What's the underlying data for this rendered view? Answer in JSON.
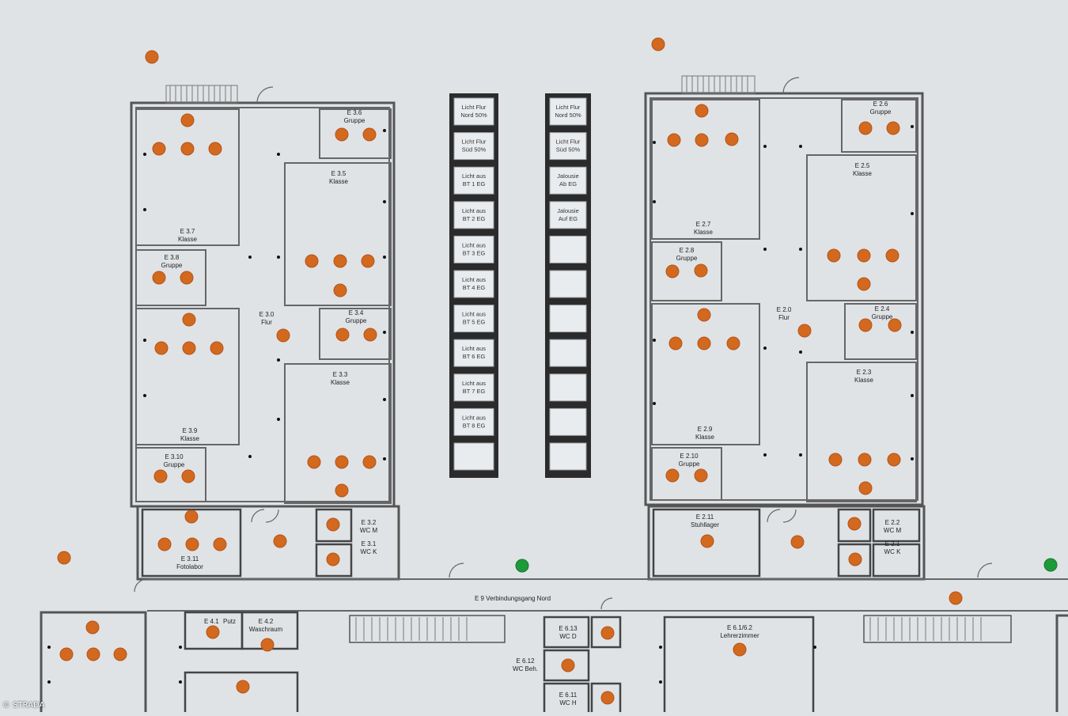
{
  "copyright": "© STRADA",
  "rooms_left": {
    "e36": {
      "id": "E 3.6",
      "name": "Gruppe"
    },
    "e35": {
      "id": "E 3.5",
      "name": "Klasse"
    },
    "e37": {
      "id": "E 3.7",
      "name": "Klasse"
    },
    "e38": {
      "id": "E 3.8",
      "name": "Gruppe"
    },
    "e30": {
      "id": "E 3.0",
      "name": "Flur"
    },
    "e34": {
      "id": "E 3.4",
      "name": "Gruppe"
    },
    "e33": {
      "id": "E 3.3",
      "name": "Klasse"
    },
    "e39": {
      "id": "E 3.9",
      "name": "Klasse"
    },
    "e310": {
      "id": "E 3.10",
      "name": "Gruppe"
    },
    "e311": {
      "id": "E 3.11",
      "name": "Fotolabor"
    },
    "e32": {
      "id": "E 3.2",
      "name": "WC M"
    },
    "e31": {
      "id": "E 3.1",
      "name": "WC K"
    }
  },
  "rooms_right": {
    "e26": {
      "id": "E 2.6",
      "name": "Gruppe"
    },
    "e25": {
      "id": "E 2.5",
      "name": "Klasse"
    },
    "e27": {
      "id": "E 2.7",
      "name": "Klasse"
    },
    "e28": {
      "id": "E 2.8",
      "name": "Gruppe"
    },
    "e20": {
      "id": "E 2.0",
      "name": "Flur"
    },
    "e24": {
      "id": "E 2.4",
      "name": "Gruppe"
    },
    "e23": {
      "id": "E 2.3",
      "name": "Klasse"
    },
    "e29": {
      "id": "E 2.9",
      "name": "Klasse"
    },
    "e210": {
      "id": "E 2.10",
      "name": "Gruppe"
    },
    "e211": {
      "id": "E 2.11",
      "name": "Stuhllager"
    },
    "e22": {
      "id": "E 2.2",
      "name": "WC M"
    },
    "e21": {
      "id": "E 2.1",
      "name": "WC K"
    }
  },
  "corridor": "E 9 Verbindungsgang Nord",
  "rooms_bottom": {
    "e41": {
      "id": "E 4.1",
      "name": "Putz"
    },
    "e42": {
      "id": "E 4.2",
      "name": "Waschraum"
    },
    "e613": {
      "id": "E 6.13",
      "name": "WC D"
    },
    "e612": {
      "id": "E 6.12",
      "name": "WC Beh."
    },
    "e611": {
      "id": "E 6.11",
      "name": "WC H"
    },
    "e61": {
      "id": "E 6.1/6.2",
      "name": "Lehrerzimmer"
    }
  },
  "buttons_left": [
    {
      "line1": "Licht Flur",
      "line2": "Nord 50%"
    },
    {
      "line1": "Licht Flur",
      "line2": "Süd 50%"
    },
    {
      "line1": "Licht aus",
      "line2": "BT 1 EG"
    },
    {
      "line1": "Licht aus",
      "line2": "BT 2 EG"
    },
    {
      "line1": "Licht aus",
      "line2": "BT 3 EG"
    },
    {
      "line1": "Licht aus",
      "line2": "BT 4 EG"
    },
    {
      "line1": "Licht aus",
      "line2": "BT 5 EG"
    },
    {
      "line1": "Licht aus",
      "line2": "BT 6 EG"
    },
    {
      "line1": "Licht aus",
      "line2": "BT 7 EG"
    },
    {
      "line1": "Licht aus",
      "line2": "BT 8 EG"
    },
    {
      "line1": "",
      "line2": ""
    }
  ],
  "buttons_right": [
    {
      "line1": "Licht Flur",
      "line2": "Nord 50%"
    },
    {
      "line1": "Licht Flur",
      "line2": "Süd 50%"
    },
    {
      "line1": "Jalousie",
      "line2": "Ab EG"
    },
    {
      "line1": "Jalousie",
      "line2": "Auf EG"
    },
    {
      "line1": "",
      "line2": ""
    },
    {
      "line1": "",
      "line2": ""
    },
    {
      "line1": "",
      "line2": ""
    },
    {
      "line1": "",
      "line2": ""
    },
    {
      "line1": "",
      "line2": ""
    },
    {
      "line1": "",
      "line2": ""
    },
    {
      "line1": "",
      "line2": ""
    }
  ],
  "colors": {
    "lamp": "#d2691e",
    "lamp_on": "#1e9a3a",
    "background": "#dfe3e6"
  }
}
